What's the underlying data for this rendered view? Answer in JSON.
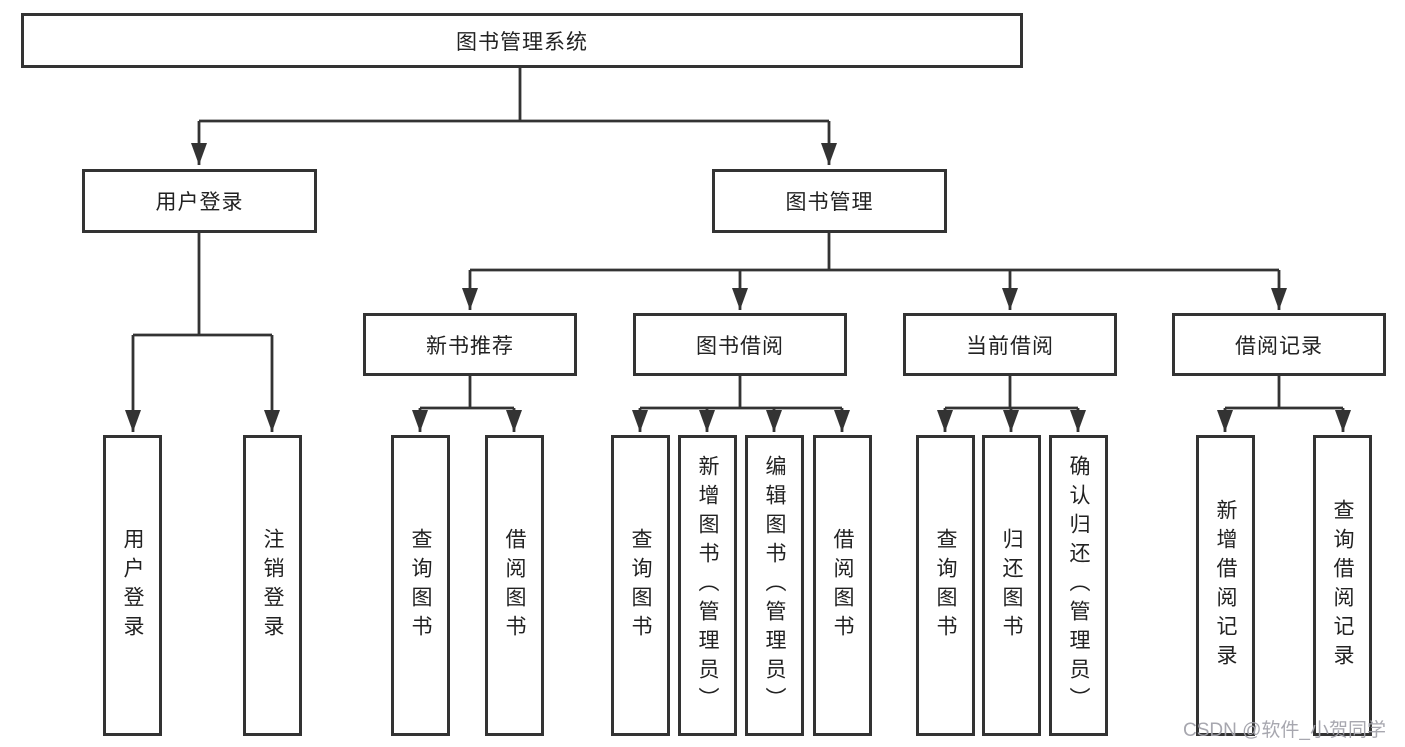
{
  "diagram": {
    "type": "hierarchy-tree",
    "orientation": "top-down",
    "nodes": {
      "root": {
        "label": "图书管理系统"
      },
      "l2": [
        {
          "label": "用户登录",
          "parent": "图书管理系统"
        },
        {
          "label": "图书管理",
          "parent": "图书管理系统"
        }
      ],
      "l3": [
        {
          "label": "新书推荐",
          "parent": "图书管理"
        },
        {
          "label": "图书借阅",
          "parent": "图书管理"
        },
        {
          "label": "当前借阅",
          "parent": "图书管理"
        },
        {
          "label": "借阅记录",
          "parent": "图书管理"
        }
      ],
      "leaves": [
        {
          "label": "用户登录",
          "parent": "用户登录"
        },
        {
          "label": "注销登录",
          "parent": "用户登录"
        },
        {
          "label": "查询图书",
          "parent": "新书推荐"
        },
        {
          "label": "借阅图书",
          "parent": "新书推荐"
        },
        {
          "label": "查询图书",
          "parent": "图书借阅"
        },
        {
          "label": "新增图书（管理员）",
          "parent": "图书借阅"
        },
        {
          "label": "编辑图书（管理员）",
          "parent": "图书借阅"
        },
        {
          "label": "借阅图书",
          "parent": "图书借阅"
        },
        {
          "label": "查询图书",
          "parent": "当前借阅"
        },
        {
          "label": "归还图书",
          "parent": "当前借阅"
        },
        {
          "label": "确认归还（管理员）",
          "parent": "当前借阅"
        },
        {
          "label": "新增借阅记录",
          "parent": "借阅记录"
        },
        {
          "label": "查询借阅记录",
          "parent": "借阅记录"
        }
      ]
    }
  },
  "watermark": {
    "text": "CSDN @软件_小贺同学"
  },
  "colors": {
    "line": "#333333",
    "text": "#222222",
    "background": "#ffffff",
    "watermark": "#a3a3ab"
  }
}
